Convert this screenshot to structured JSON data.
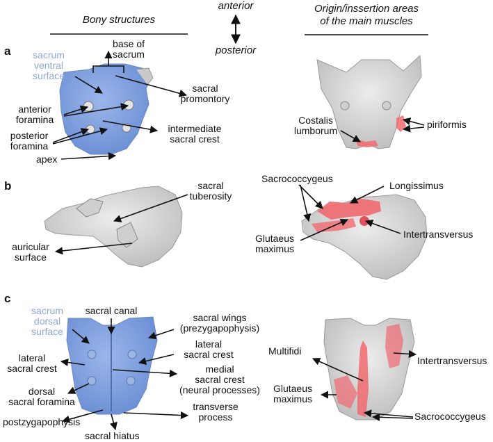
{
  "headers": {
    "left": "Bony structures",
    "anterior": "anterior",
    "posterior": "posterior",
    "right_line1": "Origin/inssertion areas",
    "right_line2": "of the main muscles"
  },
  "sections": {
    "a": "a",
    "b": "b",
    "c": "c"
  },
  "labels_a": {
    "ventral1": "sacrum",
    "ventral2": "ventral",
    "ventral3": "surface",
    "base1": "base of",
    "base2": "sacrum",
    "promontory1": "sacral",
    "promontory2": "promontory",
    "ant_foramina1": "anterior",
    "ant_foramina2": "foramina",
    "post_foramina1": "posterior",
    "post_foramina2": "foramina",
    "inter_crest1": "intermediate",
    "inter_crest2": "sacral crest",
    "apex": "apex",
    "costalis1": "Costalis",
    "costalis2": "lumborum",
    "piriformis": "piriformis"
  },
  "labels_b": {
    "tuberosity1": "sacral",
    "tuberosity2": "tuberosity",
    "auricular1": "auricular",
    "auricular2": "surface",
    "sacrococcygeus": "Sacrococcygeus",
    "longissimus": "Longissimus",
    "glutaeus1": "Glutaeus",
    "glutaeus2": "maximus",
    "intertransversus": "Intertransversus"
  },
  "labels_c": {
    "dorsal1": "sacrum",
    "dorsal2": "dorsal",
    "dorsal3": "surface",
    "canal": "sacral canal",
    "wings1": "sacral wings",
    "wings2": "(prezygapophysis)",
    "lat_crest_l1": "lateral",
    "lat_crest_l2": "sacral crest",
    "lat_crest_r1": "lateral",
    "lat_crest_r2": "sacral crest",
    "medial1": "medial",
    "medial2": "sacral crest",
    "medial3": "(neural processes)",
    "dorsal_foramina1": "dorsal",
    "dorsal_foramina2": "sacral foramina",
    "transverse1": "transverse",
    "transverse2": "process",
    "postzyg": "postzygapophysis",
    "hiatus": "sacral hiatus",
    "multifidi": "Multifidi",
    "glutaeus1": "Glutaeus",
    "glutaeus2": "maximus",
    "intertransversus": "Intertransversus",
    "sacrococcygeus": "Sacrococcygeus"
  },
  "colors": {
    "bone": "#d8d8d8",
    "bone_edge": "#9a9a9a",
    "ventral_blue": "#7f9fdc",
    "label_blue": "#8fa7d6",
    "muscle_red": "#f06a70",
    "text": "#111111"
  }
}
